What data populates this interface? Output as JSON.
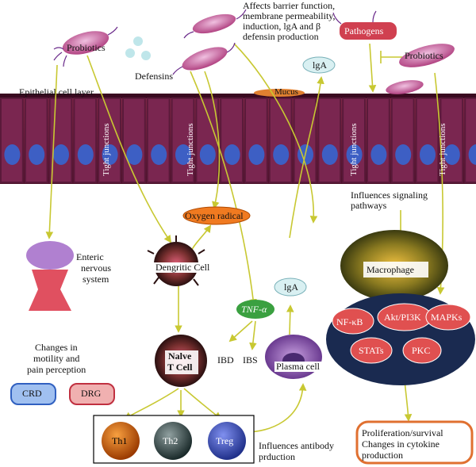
{
  "labels": {
    "probiotics_left": "Probiotics",
    "defensins": "Defensins",
    "affects": "Affects barrier function,",
    "affects2": "membrane permeability,",
    "affects3": "induction, lgA and  β",
    "affects4": "defensin production",
    "pathogens": "Pathogens",
    "probiotics_right": "Probiotics",
    "iga_top": "lgA",
    "epithelial": "Epithelial cell layer",
    "mucus": "Mucus",
    "tight_junctions": "Tight junctions",
    "oxygen_radical": "Oxygen radical",
    "influences_signaling": "Influences signaling",
    "influences_signaling2": "pathways",
    "enteric": "Enteric",
    "enteric2": "nervous",
    "enteric3": "system",
    "dendritic": "Dengritic Cell",
    "macrophage": "Macrophage",
    "tnf": "TNF-α",
    "iga_mid": "lgA",
    "nfkb": "NF-κB",
    "akt": "Akt/PI3K",
    "mapks": "MAPKs",
    "stats": "STATs",
    "pkc": "PKC",
    "changes": "Changes in",
    "changes2": "motility and",
    "changes3": "pain perception",
    "naive": "Nalve",
    "naive2": "T Cell",
    "ibd": "IBD",
    "ibs": "IBS",
    "plasma": "Plasma cell",
    "crd": "CRD",
    "drg": "DRG",
    "th1": "Th1",
    "th2": "Th2",
    "treg": "Treg",
    "antibody": "Influences antibody",
    "antibody2": "prduction",
    "prolif": "Proliferation/survival",
    "prolif2": "Changes in cytokine",
    "prolif3": "production"
  },
  "colors": {
    "cell_wall": "#5a1a3a",
    "cell_fill": "#7a2650",
    "nucleus": "#3d5fc4",
    "arrow": "#c8c832",
    "pathogen_bar": "#d04050"
  }
}
